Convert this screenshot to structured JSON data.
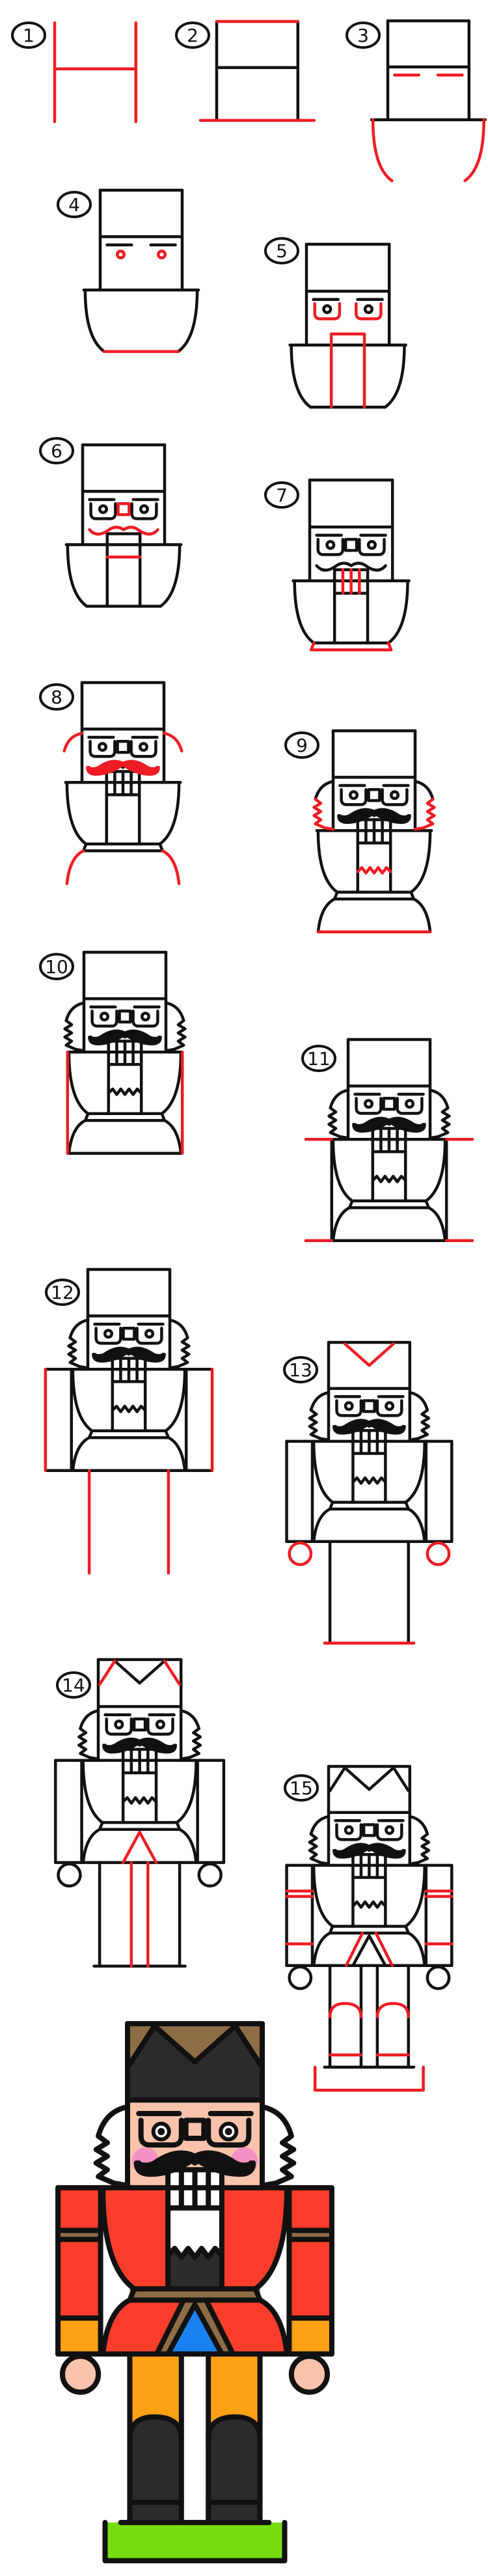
{
  "tutorial": {
    "steps": [
      {
        "label": "1"
      },
      {
        "label": "2"
      },
      {
        "label": "3"
      },
      {
        "label": "4"
      },
      {
        "label": "5"
      },
      {
        "label": "6"
      },
      {
        "label": "7"
      },
      {
        "label": "8"
      },
      {
        "label": "9"
      },
      {
        "label": "10"
      },
      {
        "label": "11"
      },
      {
        "label": "12"
      },
      {
        "label": "13"
      },
      {
        "label": "14"
      },
      {
        "label": "15"
      }
    ],
    "colors": {
      "new_line": "#ee1c24",
      "line": "#111111",
      "hat": "#2b2b2b",
      "crown": "#8e6c45",
      "skin": "#f9c3ab",
      "cheeks": "#f590c4",
      "coat": "#fb3d2b",
      "cuffs_pants": "#fca116",
      "boots": "#2b2b2b",
      "belt": "#8e6c45",
      "sash_center": "#1a82f0",
      "base": "#77dd0f"
    }
  }
}
